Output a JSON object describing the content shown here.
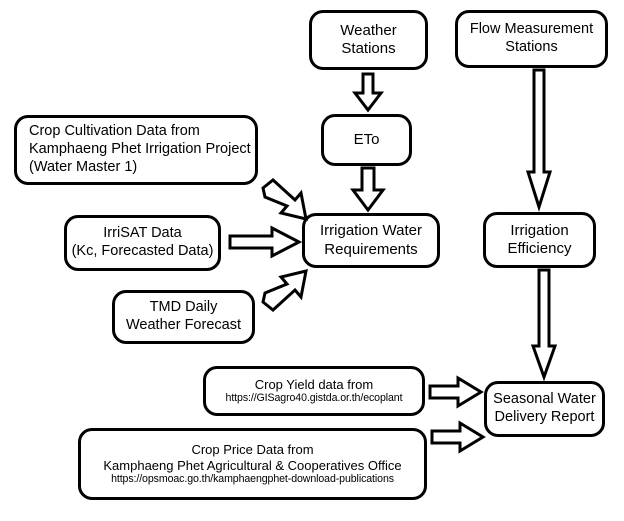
{
  "diagram": {
    "title": "Irrigation water management data flow diagram",
    "type": "flowchart",
    "colors": {
      "background": "#ffffff",
      "node_border": "#000000",
      "node_fill": "#ffffff",
      "arrow_stroke": "#000000",
      "arrow_fill": "#ffffff",
      "text": "#000000"
    },
    "nodes": [
      {
        "id": "weather-stations",
        "lines": [
          "Weather",
          "Stations"
        ]
      },
      {
        "id": "flow-measurement-stations",
        "lines": [
          "Flow Measurement",
          "Stations"
        ]
      },
      {
        "id": "eto",
        "lines": [
          "ETo"
        ]
      },
      {
        "id": "crop-cultivation-data",
        "lines": [
          "Crop Cultivation Data from",
          "Kamphaeng Phet Irrigation Project",
          "(Water Master 1)"
        ]
      },
      {
        "id": "irrisat-data",
        "lines": [
          "IrriSAT Data",
          "(Kc, Forecasted Data)"
        ]
      },
      {
        "id": "tmd-daily-weather-forecast",
        "lines": [
          "TMD Daily",
          "Weather Forecast"
        ]
      },
      {
        "id": "irrigation-water-requirements",
        "lines": [
          "Irrigation Water",
          "Requirements"
        ]
      },
      {
        "id": "irrigation-efficiency",
        "lines": [
          "Irrigation",
          "Efficiency"
        ]
      },
      {
        "id": "crop-yield-data",
        "lines": [
          "Crop Yield data from"
        ],
        "url": "https://GISagro40.gistda.or.th/ecoplant"
      },
      {
        "id": "crop-price-data",
        "lines": [
          "Crop Price Data from",
          "Kamphaeng Phet Agricultural & Cooperatives Office"
        ],
        "url": "https://opsmoac.go.th/kamphaengphet-download-publications"
      },
      {
        "id": "seasonal-water-delivery-report",
        "lines": [
          "Seasonal Water",
          "Delivery Report"
        ]
      }
    ],
    "edges": [
      {
        "id": "weather-to-eto",
        "from": "weather-stations",
        "to": "eto",
        "direction": "down"
      },
      {
        "id": "eto-to-iwr",
        "from": "eto",
        "to": "irrigation-water-requirements",
        "direction": "down"
      },
      {
        "id": "flow-to-efficiency",
        "from": "flow-measurement-stations",
        "to": "irrigation-efficiency",
        "direction": "down"
      },
      {
        "id": "cultivation-to-iwr",
        "from": "crop-cultivation-data",
        "to": "irrigation-water-requirements",
        "direction": "down-right"
      },
      {
        "id": "irrisat-to-iwr",
        "from": "irrisat-data",
        "to": "irrigation-water-requirements",
        "direction": "right"
      },
      {
        "id": "tmd-to-iwr",
        "from": "tmd-daily-weather-forecast",
        "to": "irrigation-water-requirements",
        "direction": "up-right"
      },
      {
        "id": "efficiency-to-report",
        "from": "irrigation-efficiency",
        "to": "seasonal-water-delivery-report",
        "direction": "down"
      },
      {
        "id": "yield-to-report",
        "from": "crop-yield-data",
        "to": "seasonal-water-delivery-report",
        "direction": "right"
      },
      {
        "id": "price-to-report",
        "from": "crop-price-data",
        "to": "seasonal-water-delivery-report",
        "direction": "right"
      }
    ]
  }
}
